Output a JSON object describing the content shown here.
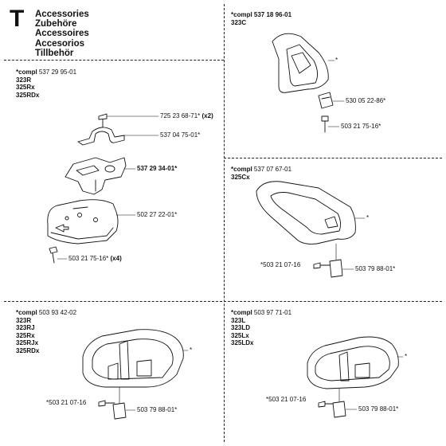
{
  "title": {
    "letter": "T",
    "lines": [
      "Accessories",
      "Zubehöre",
      "Accessoires",
      "Accesorios",
      "Tillbehör"
    ]
  },
  "panels": {
    "top_left": {
      "compl_prefix": "*compl",
      "compl_number": "537 29 95-01",
      "models": [
        "323R",
        "325Rx",
        "325RDx"
      ],
      "parts": {
        "p1": "725 23 68-71*",
        "p1_qty": "(x2)",
        "p2": "537 04 75-01*",
        "p3": "537 29 34-01*",
        "p4": "502 27 22-01*",
        "p5": "503 21 75-16*",
        "p5_qty": "(x4)"
      }
    },
    "top_right": {
      "compl_prefix": "*compl",
      "compl_number": "537 18 96-01",
      "models": [
        "323C"
      ],
      "star": "*",
      "parts": {
        "p1": "530 05 22-86*",
        "p2": "503 21 75-16*"
      }
    },
    "mid_right": {
      "compl_prefix": "*compl",
      "compl_number": "537 07 67-01",
      "models": [
        "325Cx"
      ],
      "star": "*",
      "parts": {
        "p1": "*503 21 07-16",
        "p2": "503 79 88-01*"
      }
    },
    "bottom_left": {
      "compl_prefix": "*compl",
      "compl_number": "503 93 42-02",
      "models": [
        "323R",
        "323RJ",
        "325Rx",
        "325RJx",
        "325RDx"
      ],
      "star": "*",
      "parts": {
        "p1": "*503 21 07-16",
        "p2": "503 79 88-01*"
      }
    },
    "bottom_right": {
      "compl_prefix": "*compl",
      "compl_number": "503 97 71-01",
      "models": [
        "323L",
        "323LD",
        "325Lx",
        "325LDx"
      ],
      "star": "*",
      "parts": {
        "p1": "*503 21 07-16",
        "p2": "503 79 88-01*"
      }
    }
  }
}
